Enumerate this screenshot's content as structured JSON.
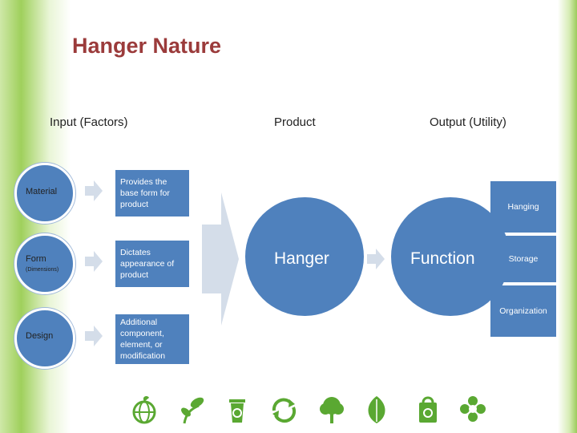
{
  "title": "Hanger Nature",
  "headers": {
    "input": "Input (Factors)",
    "product": "Product",
    "output": "Output (Utility)"
  },
  "inputs": [
    {
      "factor": "Material",
      "factor_sub": "",
      "description": "Provides the base form for product"
    },
    {
      "factor": "Form",
      "factor_sub": "(Dimensions)",
      "description": "Dictates appearance of product"
    },
    {
      "factor": "Design",
      "factor_sub": "",
      "description": "Additional component, element, or modification"
    }
  ],
  "product_label": "Hanger",
  "function_label": "Function",
  "outputs": [
    "Hanging",
    "Storage",
    "Organization"
  ],
  "colors": {
    "title": "#9b3b3b",
    "shape": "#4f81bd",
    "arrow": "#d4dde9",
    "icon": "#5aa832"
  },
  "footer_icons": [
    "globe-icon",
    "sprout-icon",
    "recycle-bin-icon",
    "recycle-arrows-icon",
    "tree-icon",
    "leaf-icon",
    "recycle-bag-icon",
    "flower-icon"
  ]
}
